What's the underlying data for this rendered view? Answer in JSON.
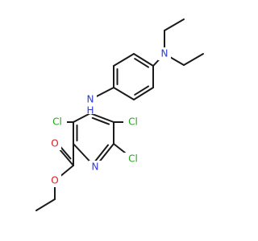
{
  "colors": {
    "carbon": "#1a1a1a",
    "nitrogen": "#2b3bd6",
    "oxygen": "#e01b1b",
    "chlorine": "#22a322"
  },
  "atoms": [
    {
      "id": "cl3",
      "label": "Cl",
      "element": "chlorine"
    },
    {
      "id": "nh",
      "label": "N",
      "sub": "H",
      "element": "nitrogen"
    },
    {
      "id": "cl5",
      "label": "Cl",
      "element": "chlorine"
    },
    {
      "id": "cl6",
      "label": "Cl",
      "element": "chlorine"
    },
    {
      "id": "npyr",
      "label": "N",
      "element": "nitrogen"
    },
    {
      "id": "o_carbonyl",
      "label": "O",
      "element": "oxygen"
    },
    {
      "id": "o_ester",
      "label": "O",
      "element": "oxygen"
    },
    {
      "id": "namine",
      "label": "N",
      "element": "nitrogen"
    }
  ]
}
